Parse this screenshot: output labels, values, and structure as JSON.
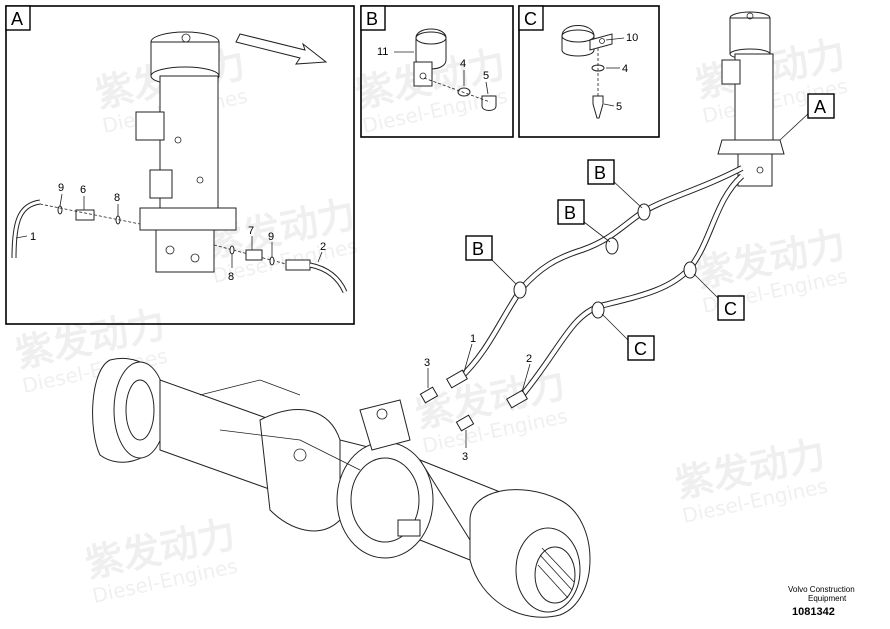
{
  "panels": {
    "a": {
      "letter": "A",
      "labels": [
        "1",
        "2",
        "6",
        "7",
        "8",
        "8",
        "9",
        "9"
      ]
    },
    "b": {
      "letter": "B",
      "labels": [
        "11",
        "4",
        "5"
      ]
    },
    "c": {
      "letter": "C",
      "labels": [
        "10",
        "4",
        "5"
      ]
    }
  },
  "main_callouts": [
    "A",
    "B",
    "B",
    "B",
    "C",
    "C"
  ],
  "main_labels": [
    "1",
    "2",
    "3",
    "3"
  ],
  "watermark": {
    "cn": "紫发动力",
    "en": "Diesel-Engines"
  },
  "footer": {
    "line1": "Volvo Construction",
    "line2": "Equipment",
    "part_number": "1081342"
  }
}
